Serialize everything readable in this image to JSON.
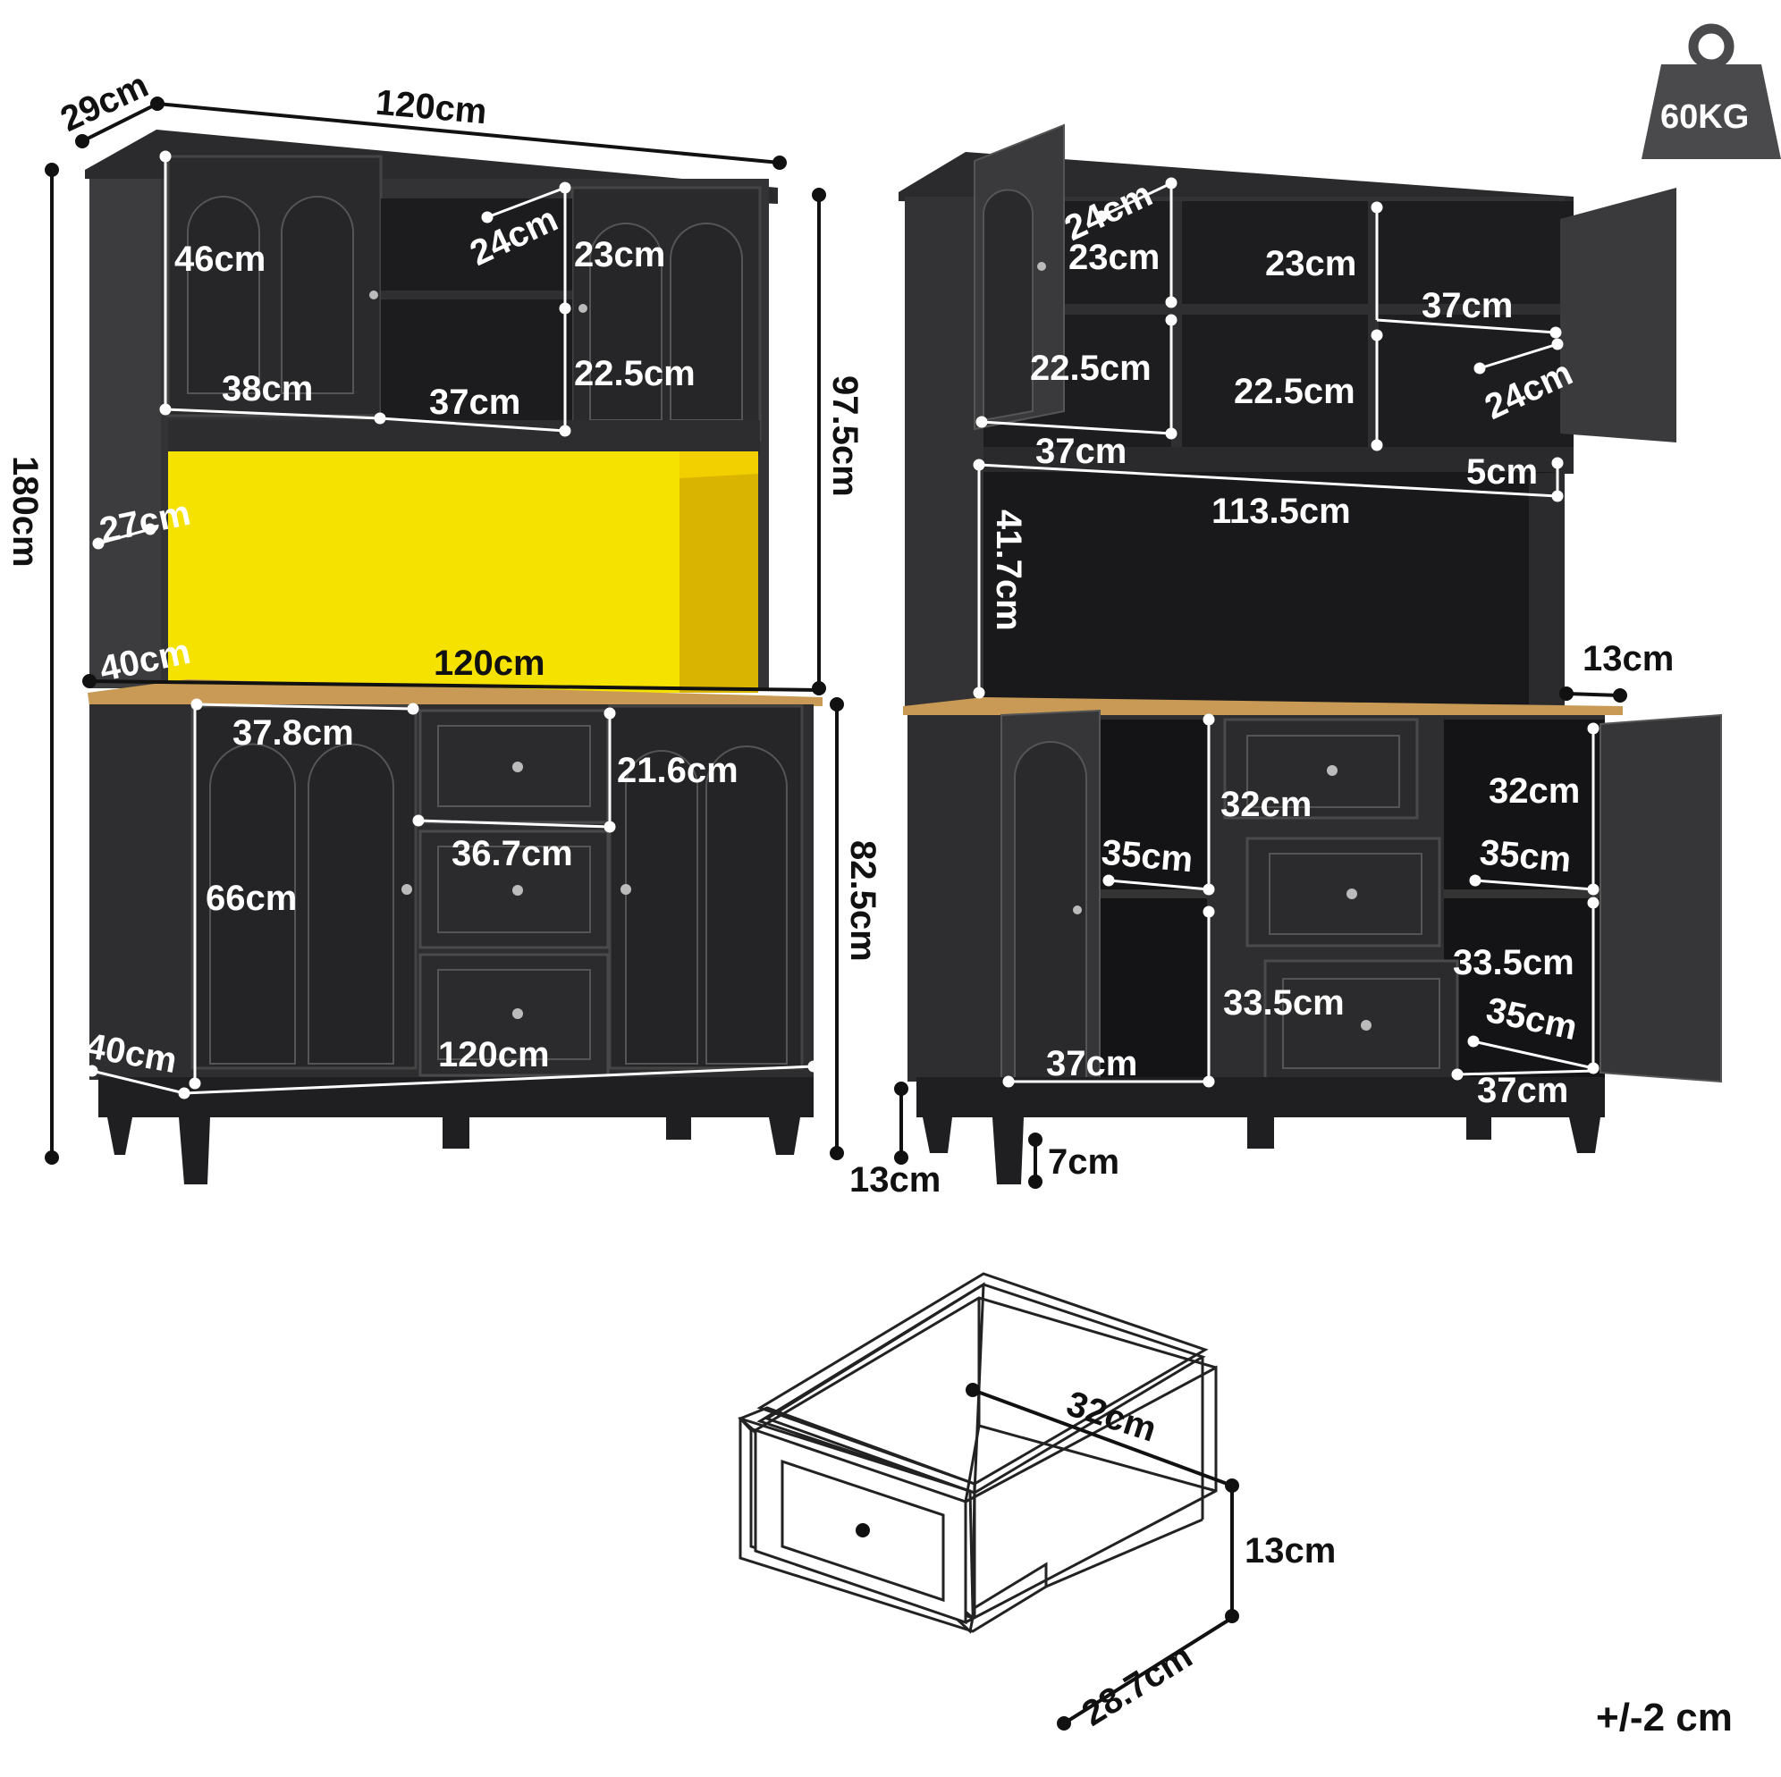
{
  "weight_badge": {
    "label": "60KG"
  },
  "tolerance": "+/-2 cm",
  "front_view": {
    "depth_top": "29cm",
    "width_top": "120cm",
    "total_height": "180cm",
    "hutch_height": "97.5cm",
    "base_height": "82.5cm",
    "hutch_door_height": "46cm",
    "hutch_shelf_depth": "24cm",
    "hutch_right_upper": "23cm",
    "hutch_right_lower": "22.5cm",
    "hutch_door_width": "38cm",
    "hutch_center_width": "37cm",
    "side_depth": "27cm",
    "counter_depth": "40cm",
    "counter_width": "120cm",
    "base_door_width": "37.8cm",
    "drawer_height": "21.6cm",
    "drawer_width": "36.7cm",
    "base_door_height": "66cm",
    "base_depth": "40cm",
    "base_width": "120cm"
  },
  "open_view": {
    "shelf_depth_left": "24cm",
    "upper_left": "23cm",
    "upper_mid": "23cm",
    "upper_right_width": "37cm",
    "lower_right_depth": "24cm",
    "lower_left": "22.5cm",
    "lower_mid": "22.5cm",
    "hutch_left_width": "37cm",
    "gap": "5cm",
    "open_width": "113.5cm",
    "open_height": "41.7cm",
    "side_gap": "13cm",
    "drawer_height": "32cm",
    "cab_right_height": "32cm",
    "cab_left_depth": "35cm",
    "cab_right_depth": "35cm",
    "drawer_lower": "33.5cm",
    "cab_right_lower": "33.5cm",
    "cab_right_depth2": "35cm",
    "cab_left_width": "37cm",
    "cab_right_width": "37cm",
    "leg_height": "13cm",
    "foot_height": "7cm"
  },
  "drawer_detail": {
    "width": "32cm",
    "height": "13cm",
    "depth": "28.7cm"
  }
}
